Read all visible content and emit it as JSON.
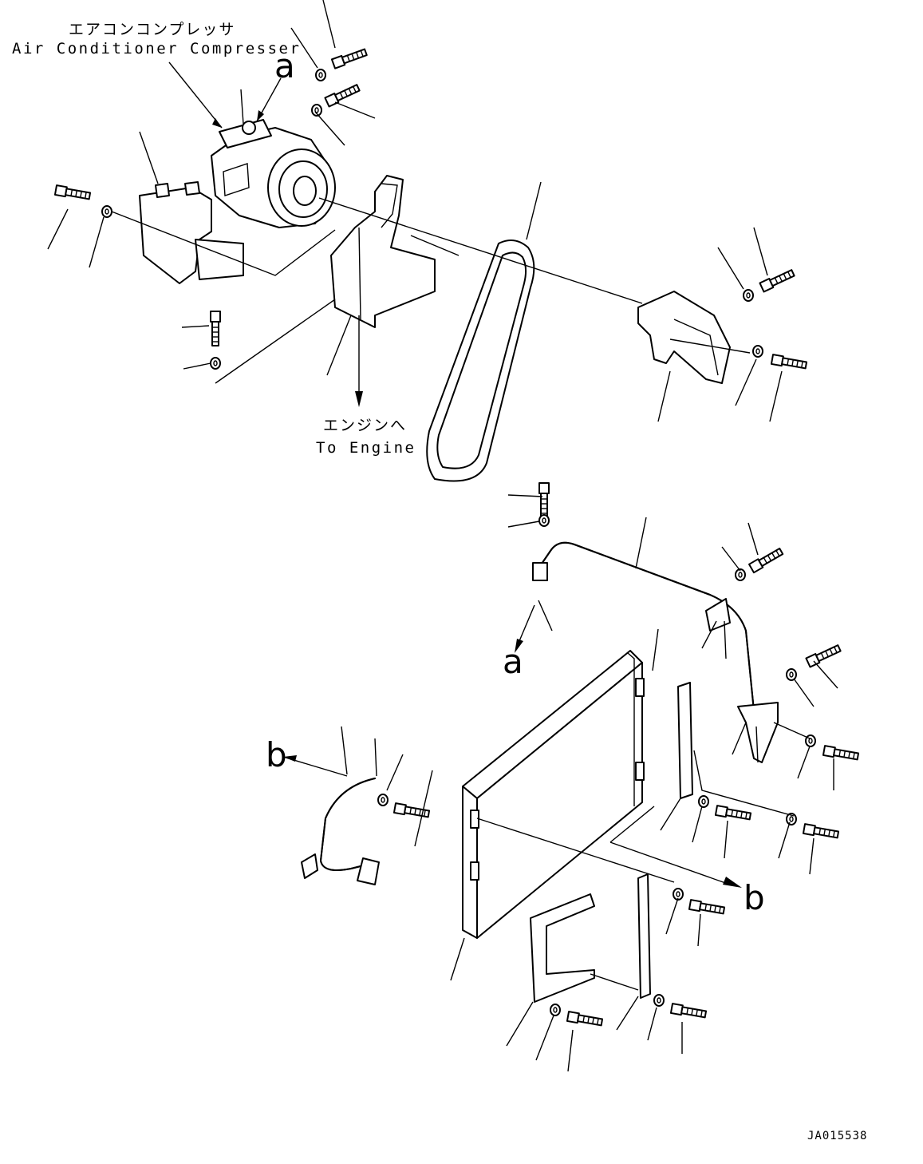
{
  "labels": {
    "compressor_jp": "エアコンコンプレッサ",
    "compressor_en": "Air Conditioner Compresser",
    "engine_jp": "エンジンへ",
    "engine_en": "To Engine",
    "ref_a_top": "a",
    "ref_a_mid": "a",
    "ref_b_left": "b",
    "ref_b_right": "b",
    "drawing_code": "JA015538"
  }
}
